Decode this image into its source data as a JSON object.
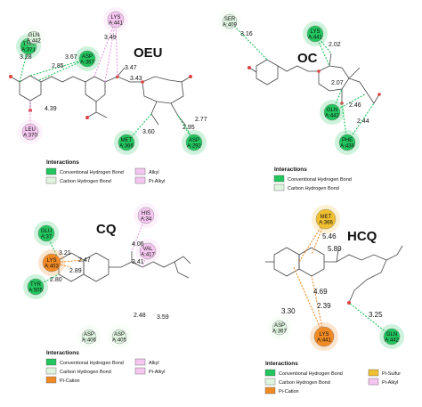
{
  "colors": {
    "conventional_hbond": "#22c55e",
    "carbon_hbond": "#e0f5e0",
    "pi_cation": "#f08a24",
    "pi_sulfur": "#f0c030",
    "alkyl": "#f4c6f0",
    "pi_alkyl": "#f4c6f0",
    "hbond_line": "#22c55e",
    "alkyl_line": "#e79be0",
    "cation_line": "#f08a24"
  },
  "panels": [
    {
      "id": "oeu",
      "title": "OEU",
      "residues": [
        {
          "name": "THR",
          "num": "A:371",
          "type": "conventional_hbond"
        },
        {
          "name": "GLN",
          "num": "A:442",
          "type": "carbon_hbond"
        },
        {
          "name": "ASP",
          "num": "A:367",
          "type": "conventional_hbond"
        },
        {
          "name": "LYS",
          "num": "A:441",
          "type": "alkyl"
        },
        {
          "name": "LEU",
          "num": "A:370",
          "type": "alkyl"
        },
        {
          "name": "MET",
          "num": "A:366",
          "type": "conventional_hbond"
        },
        {
          "name": "ASP",
          "num": "A:292",
          "type": "conventional_hbond"
        }
      ],
      "distances": [
        "3.28",
        "2.85",
        "3.67",
        "3.49",
        "3.47",
        "3.43",
        "4.39",
        "3.60",
        "2.95",
        "2.77"
      ],
      "legend": {
        "title": "Interactions",
        "items": [
          {
            "label": "Conventional Hydrogen Bond",
            "type": "conventional_hbond"
          },
          {
            "label": "Carbon Hydrogen Bond",
            "type": "carbon_hbond"
          },
          {
            "label": "Alkyl",
            "type": "alkyl"
          },
          {
            "label": "Pi-Alkyl",
            "type": "pi_alkyl"
          }
        ]
      }
    },
    {
      "id": "oc",
      "title": "OC",
      "residues": [
        {
          "name": "SER",
          "num": "A:409",
          "type": "carbon_hbond"
        },
        {
          "name": "LYS",
          "num": "A:441",
          "type": "conventional_hbond"
        },
        {
          "name": "GLN",
          "num": "A:442",
          "type": "conventional_hbond"
        },
        {
          "name": "PHE",
          "num": "A:438",
          "type": "conventional_hbond"
        }
      ],
      "distances": [
        "3.16",
        "2.02",
        "2.07",
        "2.46",
        "2.44"
      ],
      "legend": {
        "title": "Interactions",
        "items": [
          {
            "label": "Conventional Hydrogen Bond",
            "type": "conventional_hbond"
          },
          {
            "label": "Carbon Hydrogen Bond",
            "type": "carbon_hbond"
          }
        ]
      }
    },
    {
      "id": "cq",
      "title": "CQ",
      "residues": [
        {
          "name": "GLU",
          "num": "A:37",
          "type": "conventional_hbond"
        },
        {
          "name": "LYS",
          "num": "A:403",
          "type": "pi_cation"
        },
        {
          "name": "TYR",
          "num": "A:505",
          "type": "conventional_hbond"
        },
        {
          "name": "HIS",
          "num": "A:34",
          "type": "alkyl"
        },
        {
          "name": "VAL",
          "num": "A:417",
          "type": "alkyl"
        },
        {
          "name": "ASP",
          "num": "A:406",
          "type": "carbon_hbond"
        },
        {
          "name": "ASP",
          "num": "A:405",
          "type": "carbon_hbond"
        }
      ],
      "distances": [
        "3.21",
        "2.47",
        "2.89",
        "2.80",
        "4.06",
        "3.41",
        "2.48",
        "3.59"
      ],
      "legend": {
        "title": "Interactions",
        "items": [
          {
            "label": "Conventional Hydrogen Bond",
            "type": "conventional_hbond"
          },
          {
            "label": "Carbon Hydrogen Bond",
            "type": "carbon_hbond"
          },
          {
            "label": "Pi-Cation",
            "type": "pi_cation"
          },
          {
            "label": "Alkyl",
            "type": "alkyl"
          },
          {
            "label": "Pi-Alkyl",
            "type": "pi_alkyl"
          }
        ]
      }
    },
    {
      "id": "hcq",
      "title": "HCQ",
      "residues": [
        {
          "name": "MET",
          "num": "A:366",
          "type": "pi_sulfur"
        },
        {
          "name": "ASP",
          "num": "A:367",
          "type": "carbon_hbond"
        },
        {
          "name": "LYS",
          "num": "A:441",
          "type": "pi_cation"
        },
        {
          "name": "GLN",
          "num": "A:442",
          "type": "conventional_hbond"
        }
      ],
      "distances": [
        "5.46",
        "5.89",
        "4.69",
        "2.39",
        "3.30",
        "3.25"
      ],
      "legend": {
        "title": "Interactions",
        "items": [
          {
            "label": "Conventional Hydrogen Bond",
            "type": "conventional_hbond"
          },
          {
            "label": "Carbon Hydrogen Bond",
            "type": "carbon_hbond"
          },
          {
            "label": "Pi-Cation",
            "type": "pi_cation"
          },
          {
            "label": "Pi-Sulfur",
            "type": "pi_sulfur"
          },
          {
            "label": "Pi-Alkyl",
            "type": "pi_alkyl"
          }
        ]
      }
    }
  ]
}
